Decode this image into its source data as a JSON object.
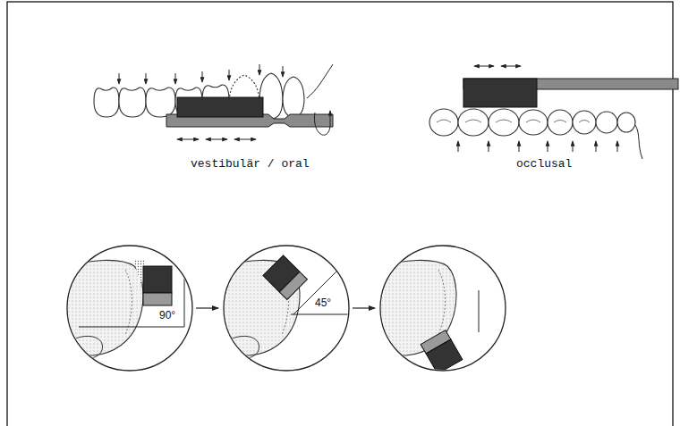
{
  "diagram": {
    "labels": [
      "vestibulär / oral",
      "occlusal",
      "90°",
      "45°"
    ]
  }
}
